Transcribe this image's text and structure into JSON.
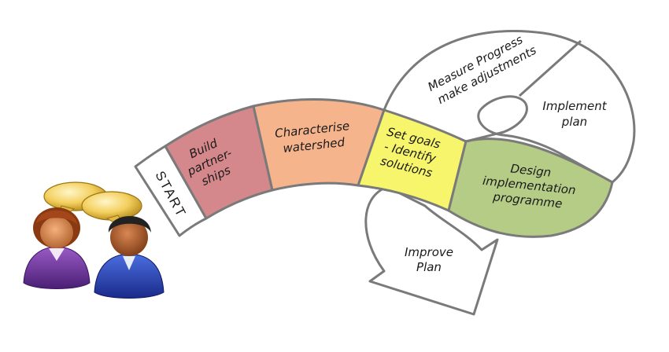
{
  "diagram": {
    "steps": [
      {
        "id": "start",
        "label": "START"
      },
      {
        "id": "build",
        "lines": [
          "Build",
          "partner-",
          "ships"
        ],
        "color": "#d4888c"
      },
      {
        "id": "characterise",
        "lines": [
          "Characterise",
          "watershed"
        ],
        "color": "#f5b48c"
      },
      {
        "id": "goals",
        "lines": [
          "Set goals",
          "- Identify",
          "solutions"
        ],
        "color": "#f7f56b"
      },
      {
        "id": "design",
        "lines": [
          "Design",
          "implementation",
          "programme"
        ],
        "color": "#b5cc86"
      },
      {
        "id": "implement",
        "lines": [
          "Implement",
          "plan"
        ],
        "color": "#ffffff"
      },
      {
        "id": "measure",
        "lines": [
          "Measure Progress",
          "make adjustments"
        ],
        "color": "#ffffff"
      },
      {
        "id": "improve",
        "lines": [
          "Improve",
          "Plan"
        ],
        "color": "#ffffff"
      }
    ],
    "outline_color": "#7a7a7a",
    "people_icon": "two-people-talking-icon"
  }
}
